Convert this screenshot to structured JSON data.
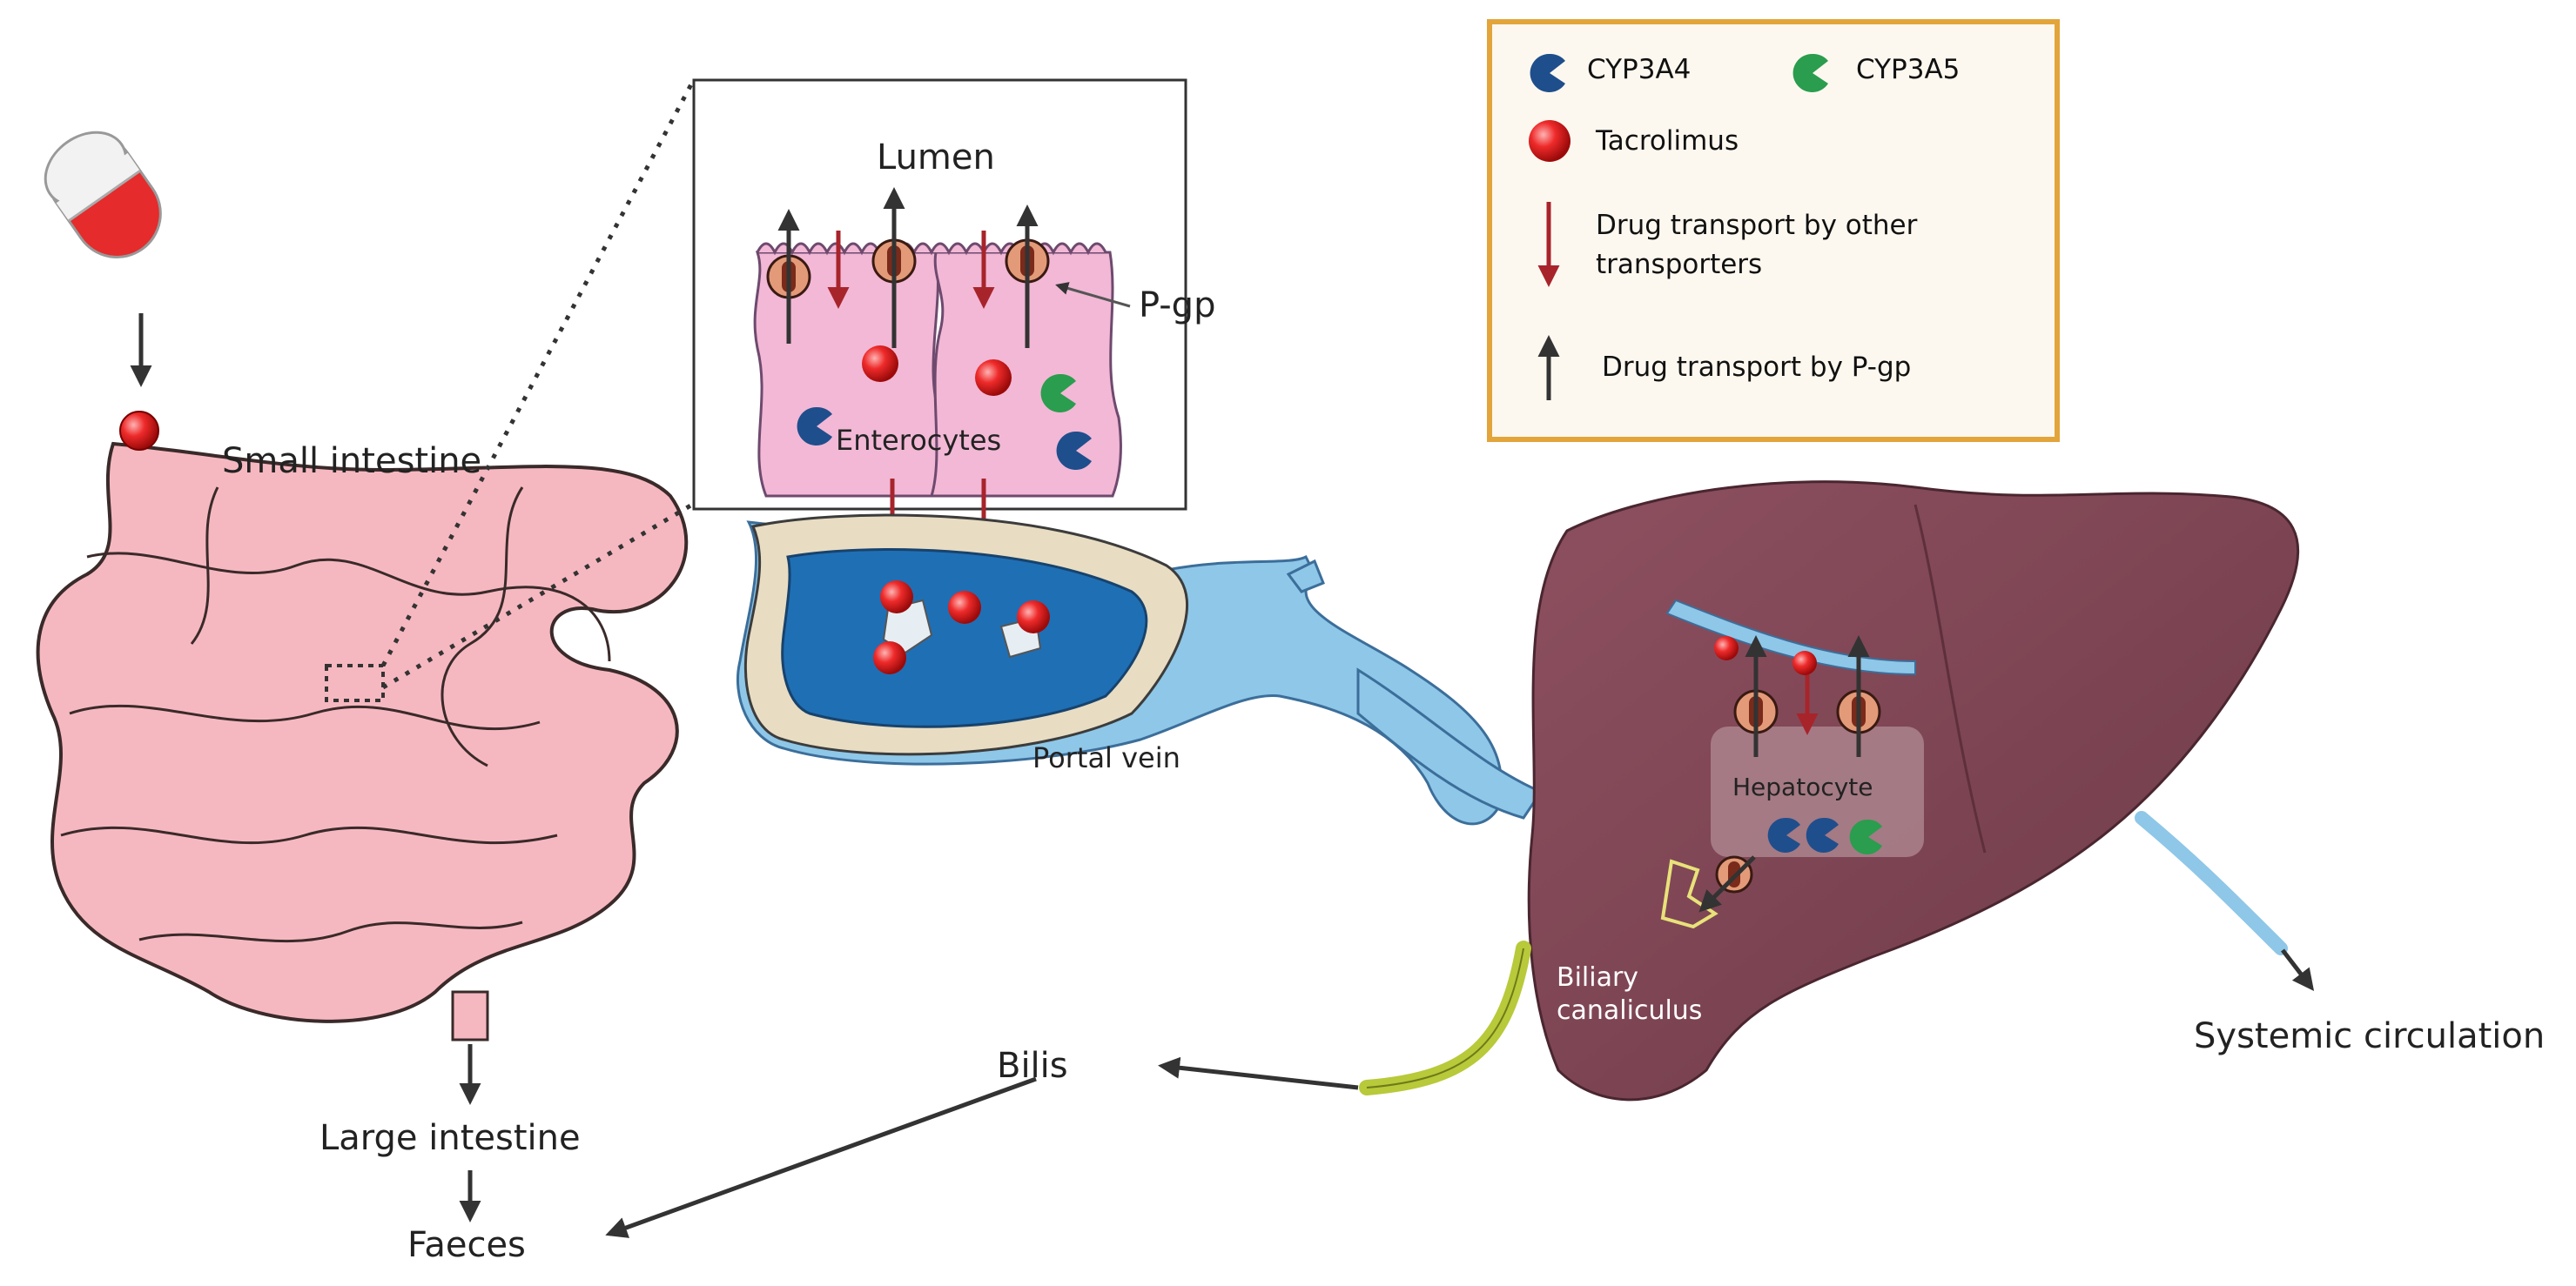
{
  "labels": {
    "lumen": "Lumen",
    "pgp": "P-gp",
    "enterocytes": "Enterocytes",
    "small_intestine": "Small intestine",
    "portal_vein": "Portal vein",
    "hepatocyte": "Hepatocyte",
    "biliary_canaliculus": "Biliary canaliculus",
    "systemic_circulation": "Systemic circulation",
    "bilis": "Bilis",
    "large_intestine": "Large intestine",
    "faeces": "Faeces"
  },
  "legend": {
    "cyp3a4": "CYP3A4",
    "cyp3a5": "CYP3A5",
    "tacrolimus": "Tacrolimus",
    "other_transport": "Drug transport by other transporters",
    "pgp_transport": "Drug transport by P-gp"
  },
  "colors": {
    "cyp3a4": "#1f4e8c",
    "cyp3a5": "#2a9d4e",
    "tacrolimus": "#e0141e",
    "other_transport_arrow": "#a8242b",
    "pgp_arrow": "#333333",
    "legend_border": "#e3a43a",
    "legend_background": "#fdf8ef",
    "intestine": "#f6b8c0",
    "liver": "#7e4451",
    "vein": "#8ec7e8",
    "bile_duct": "#b8c93a"
  }
}
